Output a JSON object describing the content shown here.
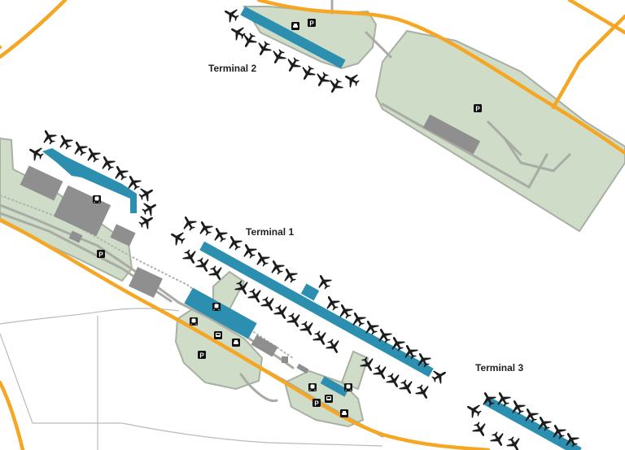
{
  "map": {
    "terminals": [
      {
        "id": "terminal-2",
        "label": "Terminal 2"
      },
      {
        "id": "terminal-1",
        "label": "Terminal 1"
      },
      {
        "id": "terminal-3",
        "label": "Terminal 3"
      }
    ],
    "parking_symbol": "P",
    "icons": [
      "plane-icon",
      "parking-icon",
      "bus-icon",
      "taxi-icon",
      "train-icon"
    ],
    "colors": {
      "terminal": "#2d8fb0",
      "main_road": "#f5a623",
      "green_area": "#cfdcc8",
      "building": "#8e8f8e",
      "minor_road": "#a8aca4"
    }
  }
}
